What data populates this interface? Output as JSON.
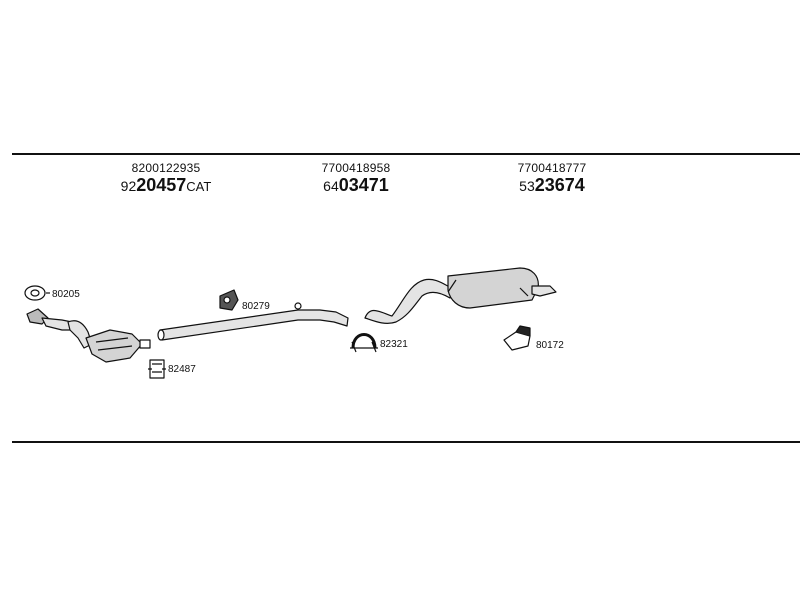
{
  "headers": [
    {
      "oe": "8200122935",
      "prefix": "92",
      "main": "20457",
      "suffix": "CAT"
    },
    {
      "oe": "7700418958",
      "prefix": "64",
      "main": "03471",
      "suffix": ""
    },
    {
      "oe": "7700418777",
      "prefix": "53",
      "main": "23674",
      "suffix": ""
    }
  ],
  "labels": {
    "gasket": "80205",
    "clamp_small": "82487",
    "hanger_mid": "80279",
    "clamp_u": "82321",
    "rubber_mount": "80172"
  },
  "colors": {
    "line": "#111111",
    "fill": "#d8d8d8"
  }
}
